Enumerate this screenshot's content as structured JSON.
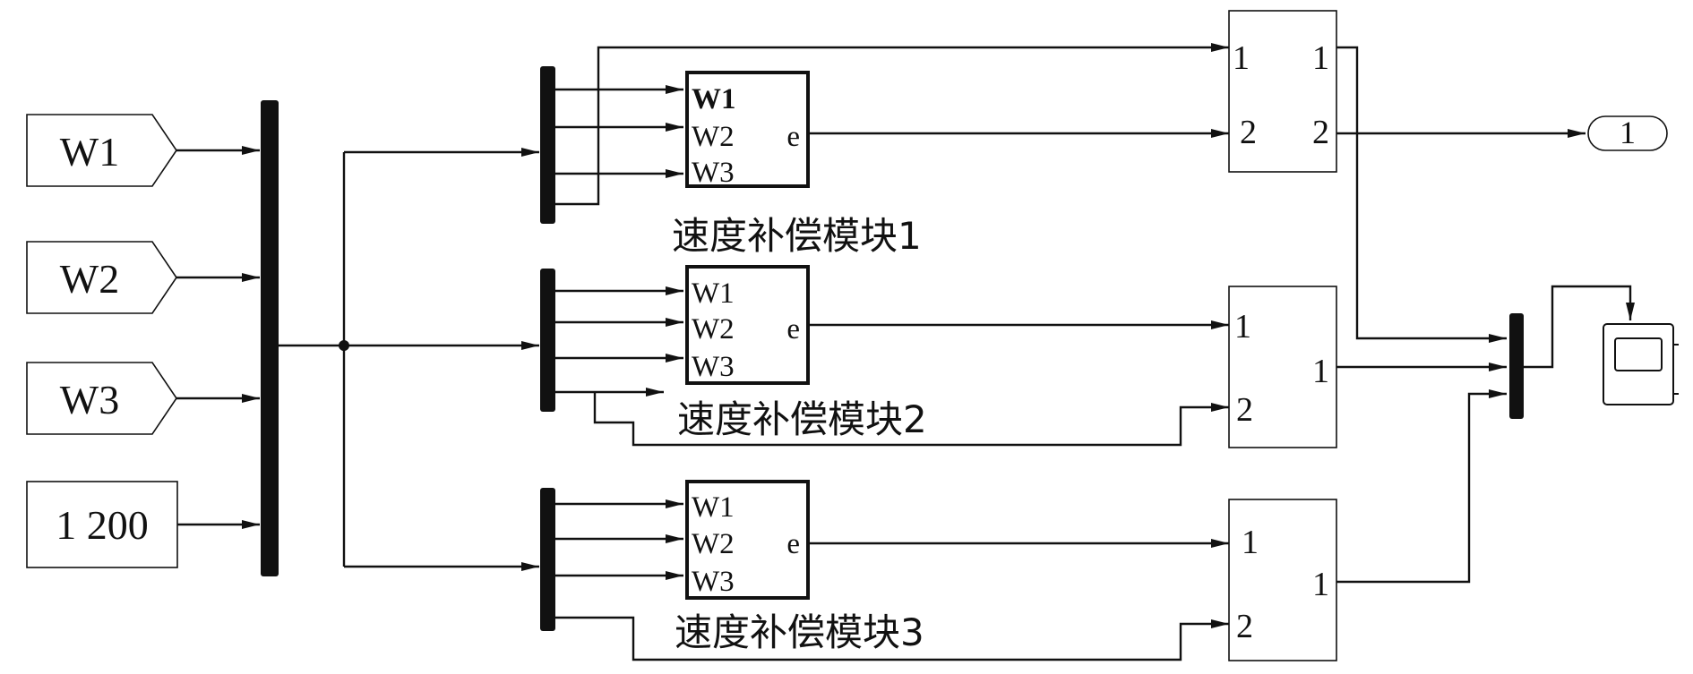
{
  "sources": [
    {
      "id": "goto-w1",
      "label": "W1"
    },
    {
      "id": "goto-w2",
      "label": "W2"
    },
    {
      "id": "goto-w3",
      "label": "W3"
    }
  ],
  "constant": {
    "label": "1 200"
  },
  "compensation_blocks": [
    {
      "inputs": [
        "W1",
        "W2",
        "W3"
      ],
      "output": "e",
      "caption": "速度补偿模块1"
    },
    {
      "inputs": [
        "W1",
        "W2",
        "W3"
      ],
      "output": "e",
      "caption": "速度补偿模块2"
    },
    {
      "inputs": [
        "W1",
        "W2",
        "W3"
      ],
      "output": "e",
      "caption": "速度补偿模块3"
    }
  ],
  "subsystems": [
    {
      "in_ports": [
        "1",
        "2"
      ],
      "out_ports": [
        "1",
        "2"
      ]
    },
    {
      "in_ports": [
        "1",
        "2"
      ],
      "out_ports": [
        "1"
      ]
    },
    {
      "in_ports": [
        "1",
        "2"
      ],
      "out_ports": [
        "1"
      ]
    }
  ],
  "outport": {
    "label": "1"
  }
}
